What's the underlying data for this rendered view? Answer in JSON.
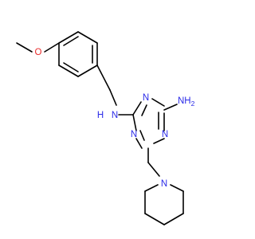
{
  "molecule": {
    "atoms": {
      "o_methoxy": "O",
      "n_amine_left": "N",
      "h_amine_left": "H",
      "n_ring_top": "N",
      "n_ring_left": "N",
      "n_ring_right": "N",
      "nh2_amine": "NH",
      "nh2_subscript": "2",
      "n_piperidine": "N"
    },
    "colors": {
      "bond": "#000000",
      "nitrogen": "#2a2ae8",
      "oxygen": "#e82a2a"
    }
  }
}
